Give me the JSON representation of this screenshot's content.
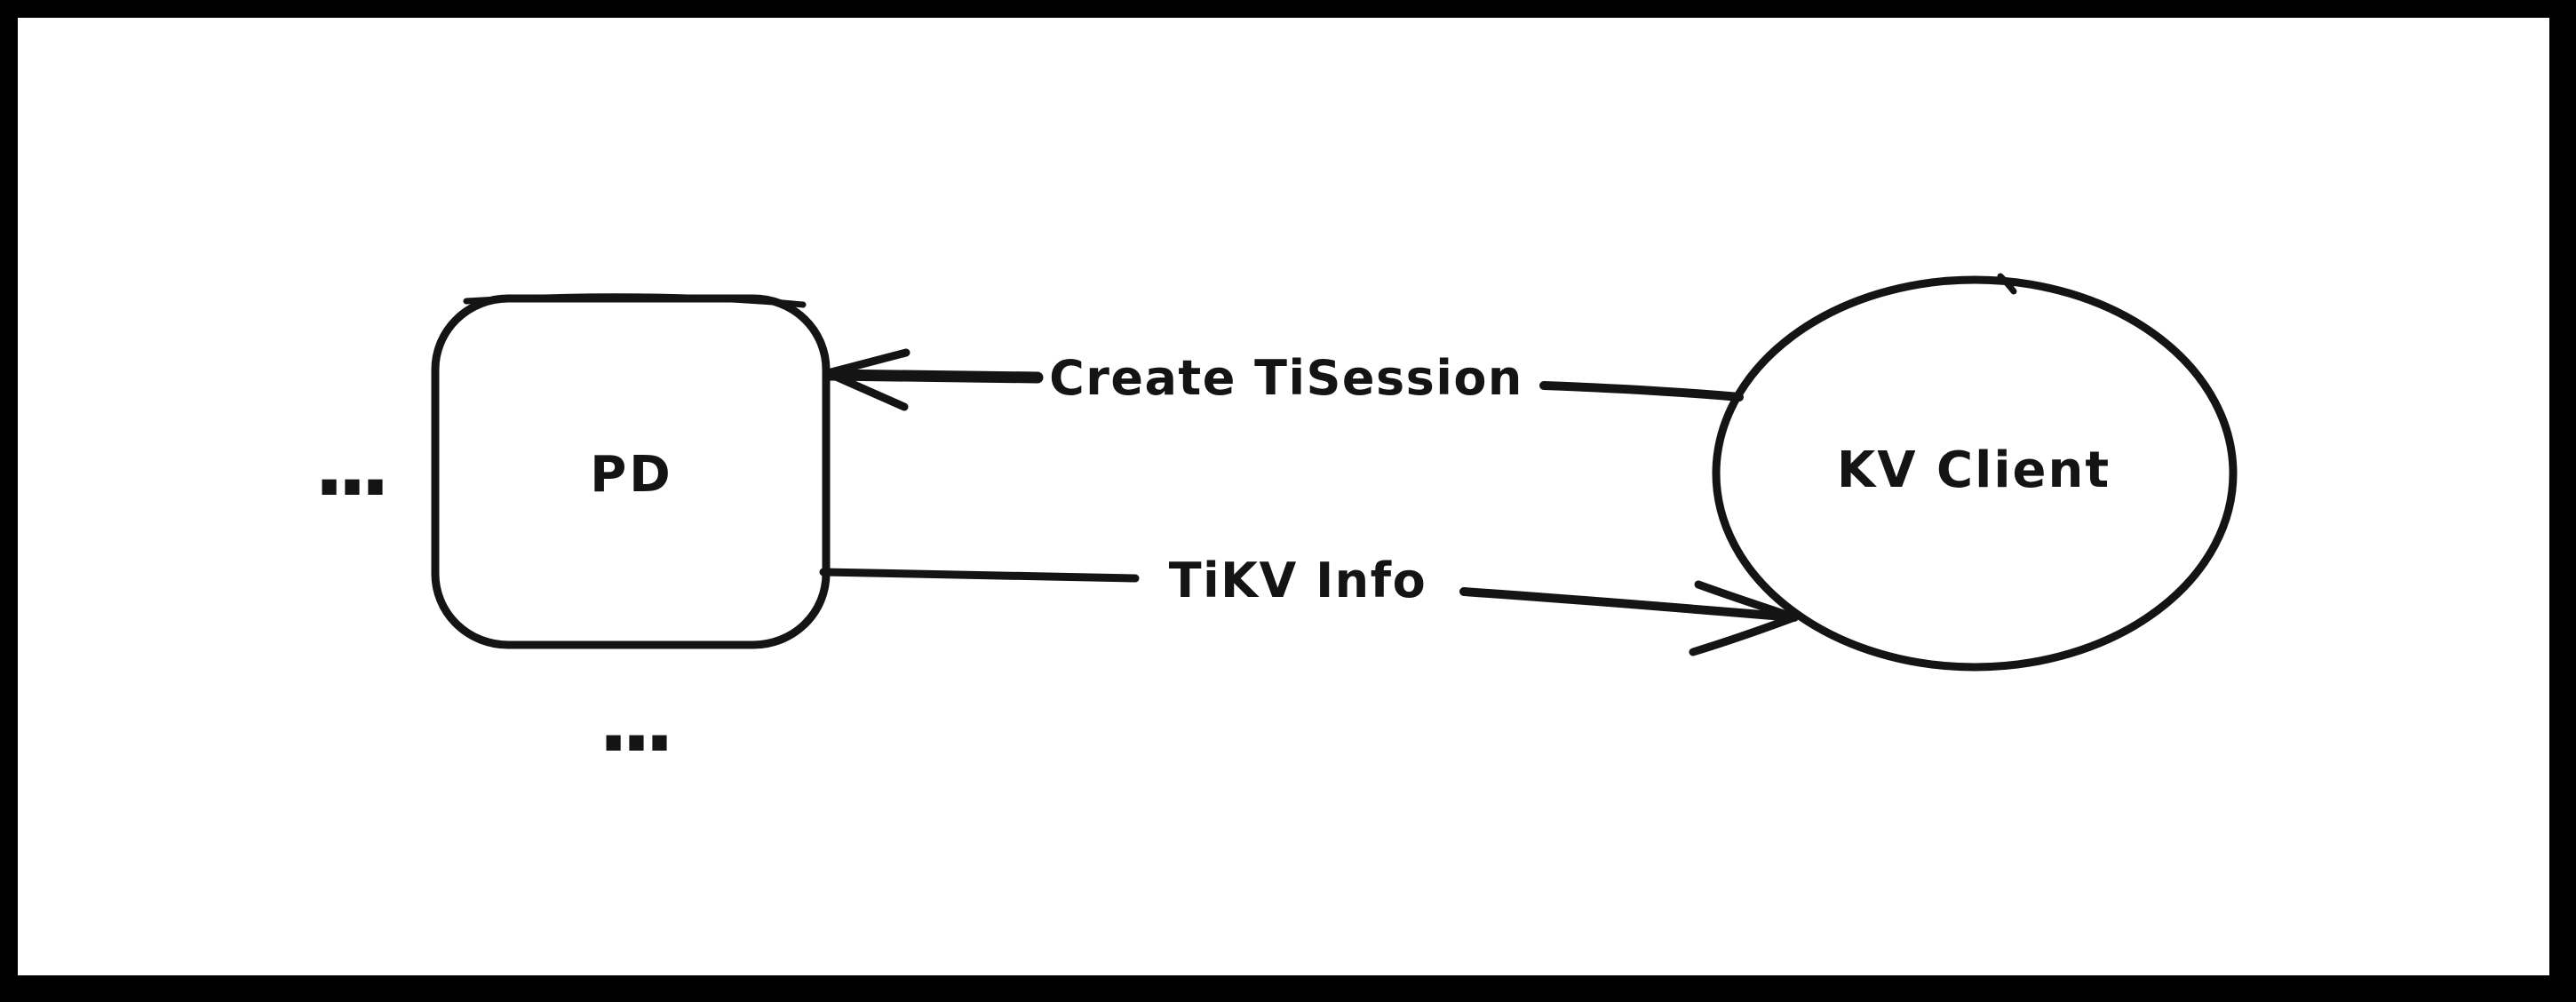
{
  "canvas": {
    "background": "#ffffff",
    "frame_color": "#000000",
    "ink_color": "#141414",
    "style": "hand-drawn sketch"
  },
  "nodes": {
    "pd": {
      "label": "PD",
      "shape": "rounded-rectangle"
    },
    "kv_client": {
      "label": "KV Client",
      "shape": "ellipse"
    }
  },
  "edges": {
    "create_tisession": {
      "label": "Create TiSession",
      "from": "kv_client",
      "to": "pd",
      "arrowhead": "at PD"
    },
    "tikv_info": {
      "label": "TiKV Info",
      "from": "pd",
      "to": "kv_client",
      "arrowhead": "at KV Client"
    }
  },
  "decorations": {
    "ellipsis_left_of_pd": "...",
    "ellipsis_below_pd": "..."
  }
}
